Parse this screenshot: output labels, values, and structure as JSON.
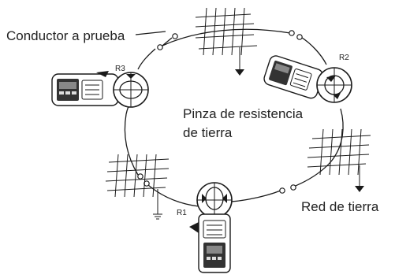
{
  "labels": {
    "conductor": "Conductor a prueba",
    "pinza_line1": "Pinza de resistencia",
    "pinza_line2": "de tierra",
    "red": "Red de tierra",
    "r1": "R1",
    "r2": "R2",
    "r3": "R3"
  }
}
